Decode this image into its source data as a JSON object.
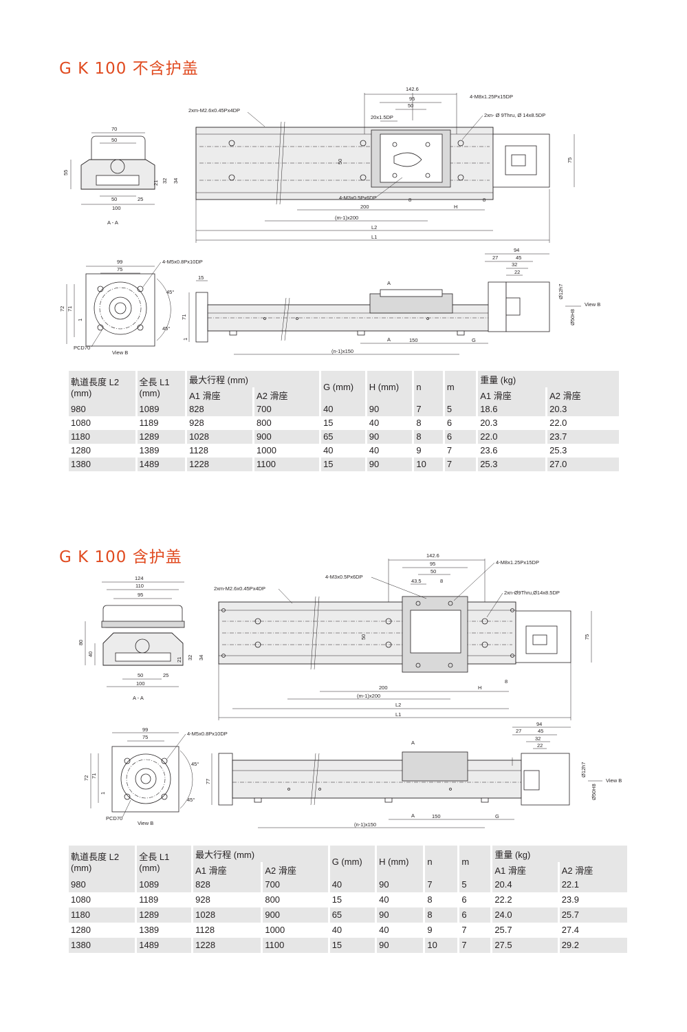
{
  "sections": [
    {
      "title": "G K 100 不含护盖",
      "labels": {
        "top_142_6": "142.6",
        "top_95": "95",
        "top_50": "50",
        "top_20x1_5dp": "20x1.5DP",
        "m8": "4-M8x1.25Px15DP",
        "m2_6": "2xm-M2.6x0.45Px4DP",
        "thru": "2xn- Ø 9Thru,  Ø 14x8.5DP",
        "m3": "4-M3x0.5Px6DP",
        "v50": "50",
        "d8a": "8",
        "d8b": "8",
        "d200": "200",
        "dH": "H",
        "m1x200": "(m-1)x200",
        "L2": "L2",
        "L1": "L1",
        "v75": "75",
        "aa_70": "70",
        "aa_50": "50",
        "aa_55": "55",
        "aa_21": "21",
        "aa_32": "32",
        "aa_34": "34",
        "aa_b50": "50",
        "aa_b25": "25",
        "aa_b100": "100",
        "aa_title": "A - A",
        "vb_99": "99",
        "vb_75": "75",
        "vb_m5": "4-M5x0.8Px10DP",
        "vb_45a": "45°",
        "vb_45b": "45°",
        "vb_72": "72",
        "vb_71": "71",
        "vb_1": "1",
        "vb_pcd": "PCD70",
        "vb_view": "View B",
        "sv_15": "15",
        "sv_71": "71",
        "sv_1": "1",
        "sv_A1": "A",
        "sv_A2": "A",
        "sv_150": "150",
        "sv_G": "G",
        "sv_n1x150": "(n-1)x150",
        "sv_94": "94",
        "sv_27": "27",
        "sv_45": "45",
        "sv_32": "32",
        "sv_22": "22",
        "sv_12h7": "Ø12h7",
        "sv_50h8": "Ø50H8",
        "sv_viewB": "View B"
      },
      "table": {
        "headers": {
          "l2": "軌道長度 L2",
          "l2_unit": "(mm)",
          "l1": "全長 L1",
          "l1_unit": "(mm)",
          "stroke": "最大行程 (mm)",
          "a1": "A1 滑座",
          "a2": "A2 滑座",
          "g": "G (mm)",
          "h": "H (mm)",
          "n": "n",
          "m": "m",
          "weight": "重量 (kg)",
          "wa1": "A1 滑座",
          "wa2": "A2 滑座"
        },
        "rows": [
          [
            "980",
            "1089",
            "828",
            "700",
            "40",
            "90",
            "7",
            "5",
            "18.6",
            "20.3"
          ],
          [
            "1080",
            "1189",
            "928",
            "800",
            "15",
            "40",
            "8",
            "6",
            "20.3",
            "22.0"
          ],
          [
            "1180",
            "1289",
            "1028",
            "900",
            "65",
            "90",
            "8",
            "6",
            "22.0",
            "23.7"
          ],
          [
            "1280",
            "1389",
            "1128",
            "1000",
            "40",
            "40",
            "9",
            "7",
            "23.6",
            "25.3"
          ],
          [
            "1380",
            "1489",
            "1228",
            "1100",
            "15",
            "90",
            "10",
            "7",
            "25.3",
            "27.0"
          ]
        ]
      }
    },
    {
      "title": "G K 100 含护盖",
      "labels": {
        "top_142_6": "142.6",
        "top_95": "95",
        "top_50": "50",
        "top_43_5": "43.5",
        "top_8": "8",
        "m8": "4-M8x1.25Px15DP",
        "m3": "4-M3x0.5Px6DP",
        "m2_6": "2xm-M2.6x0.45Px4DP",
        "thru": "2xn-Ø9Thru,Ø14x8.5DP",
        "v50": "50",
        "d8": "8",
        "d200": "200",
        "dH": "H",
        "m1x200": "(m-1)x200",
        "L2": "L2",
        "L1": "L1",
        "v75": "75",
        "aa_124": "124",
        "aa_110": "110",
        "aa_95": "95",
        "aa_80": "80",
        "aa_40": "40",
        "aa_21": "21",
        "aa_32": "32",
        "aa_34": "34",
        "aa_b50": "50",
        "aa_b25": "25",
        "aa_b100": "100",
        "aa_title": "A - A",
        "vb_99": "99",
        "vb_75": "75",
        "vb_m5": "4-M5x0.8Px10DP",
        "vb_45a": "45°",
        "vb_45b": "45°",
        "vb_72": "72",
        "vb_71": "71",
        "vb_1": "1",
        "vb_pcd": "PCD70",
        "vb_view": "View B",
        "sv_77": "77",
        "sv_A1": "A",
        "sv_A2": "A",
        "sv_150": "150",
        "sv_G": "G",
        "sv_n1x150": "(n-1)x150",
        "sv_94": "94",
        "sv_27": "27",
        "sv_45": "45",
        "sv_32": "32",
        "sv_22": "22",
        "sv_12h7": "Ø12h7",
        "sv_50h8": "Ø50H8",
        "sv_viewB": "View B"
      },
      "table": {
        "headers": {
          "l2": "軌道長度 L2",
          "l2_unit": "(mm)",
          "l1": "全長 L1",
          "l1_unit": "(mm)",
          "stroke": "最大行程 (mm)",
          "a1": "A1 滑座",
          "a2": "A2 滑座",
          "g": "G (mm)",
          "h": "H (mm)",
          "n": "n",
          "m": "m",
          "weight": "重量 (kg)",
          "wa1": "A1 滑座",
          "wa2": "A2 滑座"
        },
        "rows": [
          [
            "980",
            "1089",
            "828",
            "700",
            "40",
            "90",
            "7",
            "5",
            "20.4",
            "22.1"
          ],
          [
            "1080",
            "1189",
            "928",
            "800",
            "15",
            "40",
            "8",
            "6",
            "22.2",
            "23.9"
          ],
          [
            "1180",
            "1289",
            "1028",
            "900",
            "65",
            "90",
            "8",
            "6",
            "24.0",
            "25.7"
          ],
          [
            "1280",
            "1389",
            "1128",
            "1000",
            "40",
            "40",
            "9",
            "7",
            "25.7",
            "27.4"
          ],
          [
            "1380",
            "1489",
            "1228",
            "1100",
            "15",
            "90",
            "10",
            "7",
            "27.5",
            "29.2"
          ]
        ]
      }
    }
  ]
}
